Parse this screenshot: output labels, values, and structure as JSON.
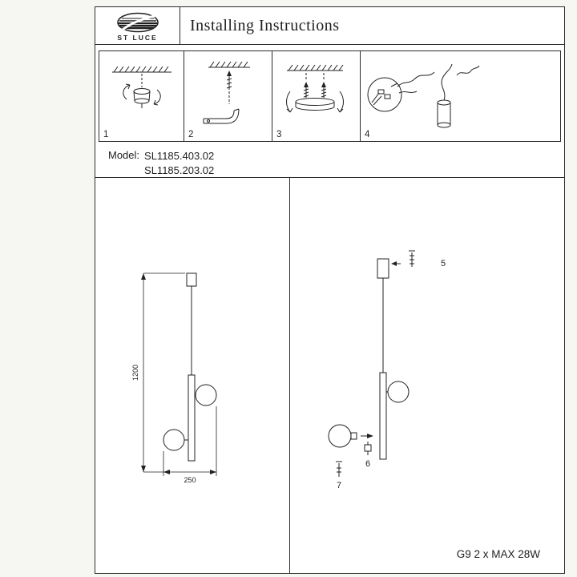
{
  "colors": {
    "ink": "#1f1f1f",
    "paper": "#ffffff"
  },
  "header": {
    "brand": "ST LUCE",
    "title": "Installing Instructions"
  },
  "steps": [
    {
      "number": "1"
    },
    {
      "number": "2"
    },
    {
      "number": "3"
    },
    {
      "number": "4"
    }
  ],
  "model": {
    "label": "Model:",
    "numbers": [
      "SL1185.403.02",
      "SL1185.203.02"
    ]
  },
  "drawing_left": {
    "dim_height": "1200",
    "dim_width": "250"
  },
  "drawing_right": {
    "callout_screw_top": "5",
    "callout_connector": "6",
    "callout_screw_bottom": "7"
  },
  "footer": {
    "lamp_spec": "G9 2 x MAX 28W"
  }
}
